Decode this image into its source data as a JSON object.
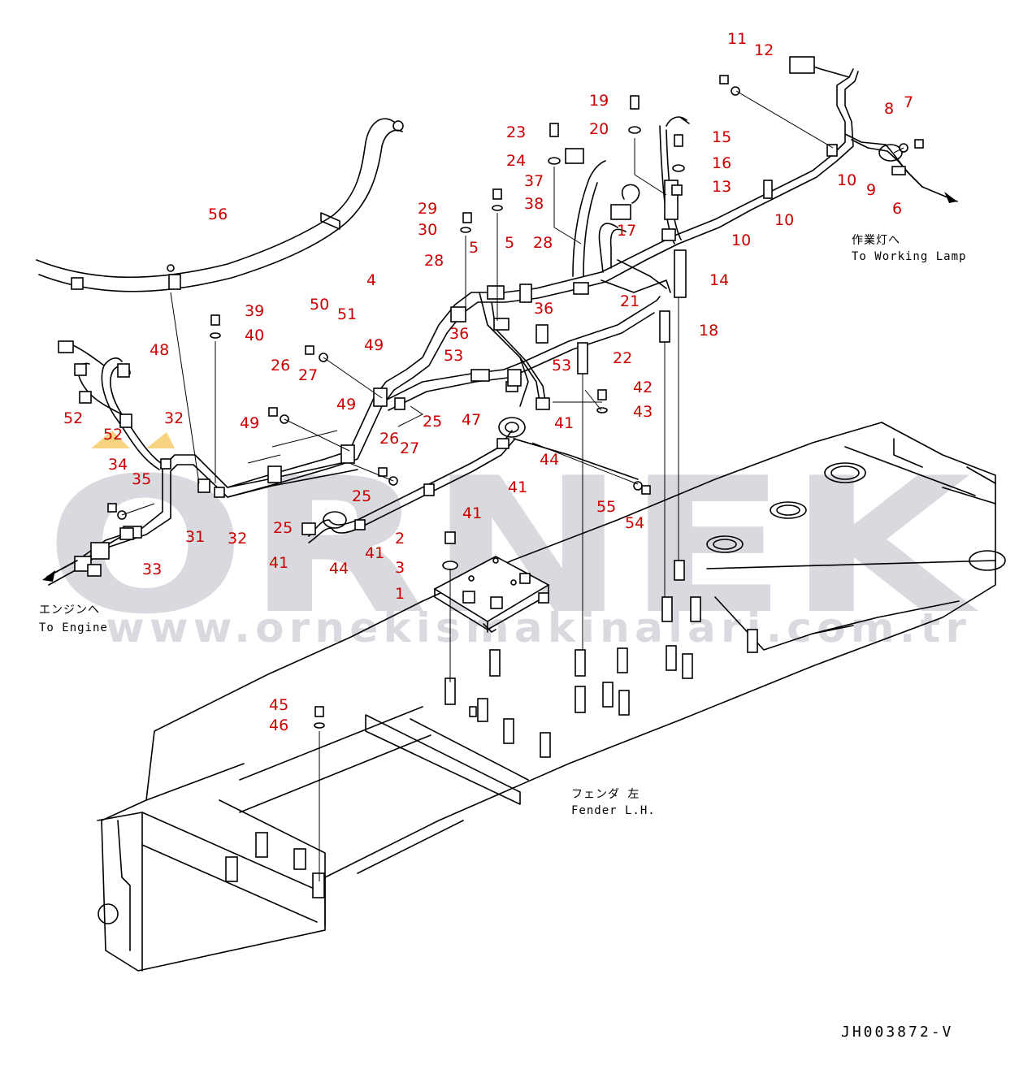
{
  "notes": {
    "working_lamp_ja": "作業灯へ",
    "working_lamp_en": "To Working Lamp",
    "engine_ja": "エンジンへ",
    "engine_en": "To Engine",
    "fender_ja": "フェンダ 左",
    "fender_en": "Fender L.H."
  },
  "drawing_number": "JH003872-V",
  "watermark": {
    "logo": "ORNEK",
    "url": "www.ornekismakinalari.com.tr"
  },
  "callouts": [
    {
      "id": "c11",
      "text": "11"
    },
    {
      "id": "c12",
      "text": "12"
    },
    {
      "id": "c7",
      "text": "7"
    },
    {
      "id": "c8",
      "text": "8"
    },
    {
      "id": "c19",
      "text": "19"
    },
    {
      "id": "c15",
      "text": "15"
    },
    {
      "id": "c23",
      "text": "23"
    },
    {
      "id": "c20",
      "text": "20"
    },
    {
      "id": "c16",
      "text": "16"
    },
    {
      "id": "c24",
      "text": "24"
    },
    {
      "id": "c13",
      "text": "13"
    },
    {
      "id": "c10a",
      "text": "10"
    },
    {
      "id": "c9",
      "text": "9"
    },
    {
      "id": "c37",
      "text": "37"
    },
    {
      "id": "c6",
      "text": "6"
    },
    {
      "id": "c38",
      "text": "38"
    },
    {
      "id": "c10b",
      "text": "10"
    },
    {
      "id": "c56",
      "text": "56"
    },
    {
      "id": "c29",
      "text": "29"
    },
    {
      "id": "c30",
      "text": "30"
    },
    {
      "id": "c17",
      "text": "17"
    },
    {
      "id": "c10c",
      "text": "10"
    },
    {
      "id": "c5a",
      "text": "5"
    },
    {
      "id": "c5b",
      "text": "5"
    },
    {
      "id": "c28a",
      "text": "28"
    },
    {
      "id": "c28b",
      "text": "28"
    },
    {
      "id": "c4",
      "text": "4"
    },
    {
      "id": "c14",
      "text": "14"
    },
    {
      "id": "c21",
      "text": "21"
    },
    {
      "id": "c36a",
      "text": "36"
    },
    {
      "id": "c39",
      "text": "39"
    },
    {
      "id": "c50",
      "text": "50"
    },
    {
      "id": "c36b",
      "text": "36"
    },
    {
      "id": "c18",
      "text": "18"
    },
    {
      "id": "c51",
      "text": "51"
    },
    {
      "id": "c40",
      "text": "40"
    },
    {
      "id": "c48",
      "text": "48"
    },
    {
      "id": "c49a",
      "text": "49"
    },
    {
      "id": "c22",
      "text": "22"
    },
    {
      "id": "c53a",
      "text": "53"
    },
    {
      "id": "c26a",
      "text": "26"
    },
    {
      "id": "c53b",
      "text": "53"
    },
    {
      "id": "c27a",
      "text": "27"
    },
    {
      "id": "c42",
      "text": "42"
    },
    {
      "id": "c43",
      "text": "43"
    },
    {
      "id": "c49b",
      "text": "49"
    },
    {
      "id": "c52a",
      "text": "52"
    },
    {
      "id": "c32a",
      "text": "32"
    },
    {
      "id": "c25a",
      "text": "25"
    },
    {
      "id": "c47",
      "text": "47"
    },
    {
      "id": "c41a",
      "text": "41"
    },
    {
      "id": "c49c",
      "text": "49"
    },
    {
      "id": "c52b",
      "text": "52"
    },
    {
      "id": "c26b",
      "text": "26"
    },
    {
      "id": "c27b",
      "text": "27"
    },
    {
      "id": "c44a",
      "text": "44"
    },
    {
      "id": "c34",
      "text": "34"
    },
    {
      "id": "c35",
      "text": "35"
    },
    {
      "id": "c41b",
      "text": "41"
    },
    {
      "id": "c25b",
      "text": "25"
    },
    {
      "id": "c55",
      "text": "55"
    },
    {
      "id": "c41c",
      "text": "41"
    },
    {
      "id": "c25c",
      "text": "25"
    },
    {
      "id": "c54",
      "text": "54"
    },
    {
      "id": "c31",
      "text": "31"
    },
    {
      "id": "c32b",
      "text": "32"
    },
    {
      "id": "c2",
      "text": "2"
    },
    {
      "id": "c41d",
      "text": "41"
    },
    {
      "id": "c41e",
      "text": "41"
    },
    {
      "id": "c44b",
      "text": "44"
    },
    {
      "id": "c3",
      "text": "3"
    },
    {
      "id": "c33",
      "text": "33"
    },
    {
      "id": "c1",
      "text": "1"
    },
    {
      "id": "c45",
      "text": "45"
    },
    {
      "id": "c46",
      "text": "46"
    }
  ]
}
